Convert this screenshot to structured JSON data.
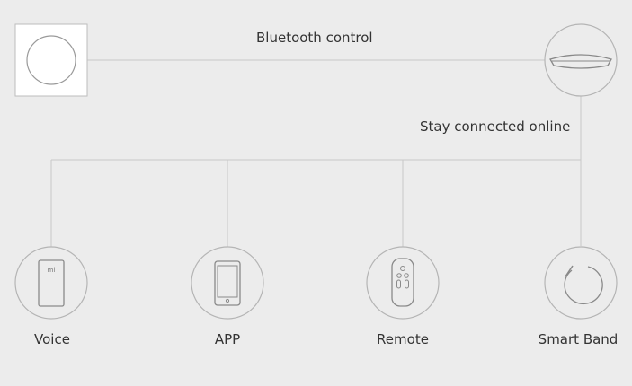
{
  "diagram": {
    "top_label": "Bluetooth control",
    "mid_label": "Stay connected online",
    "source": {
      "icon": "wall-switch-icon"
    },
    "hub": {
      "icon": "ceiling-light-icon"
    },
    "devices": [
      {
        "label": "Voice",
        "icon": "mi-speaker-icon",
        "badge": "mi"
      },
      {
        "label": "APP",
        "icon": "smartphone-icon"
      },
      {
        "label": "Remote",
        "icon": "remote-control-icon"
      },
      {
        "label": "Smart Band",
        "icon": "smart-band-icon"
      }
    ]
  },
  "colors": {
    "background": "#ececec",
    "line": "#c8c8c8",
    "icon_stroke": "#9a9a9a",
    "text": "#333333"
  }
}
